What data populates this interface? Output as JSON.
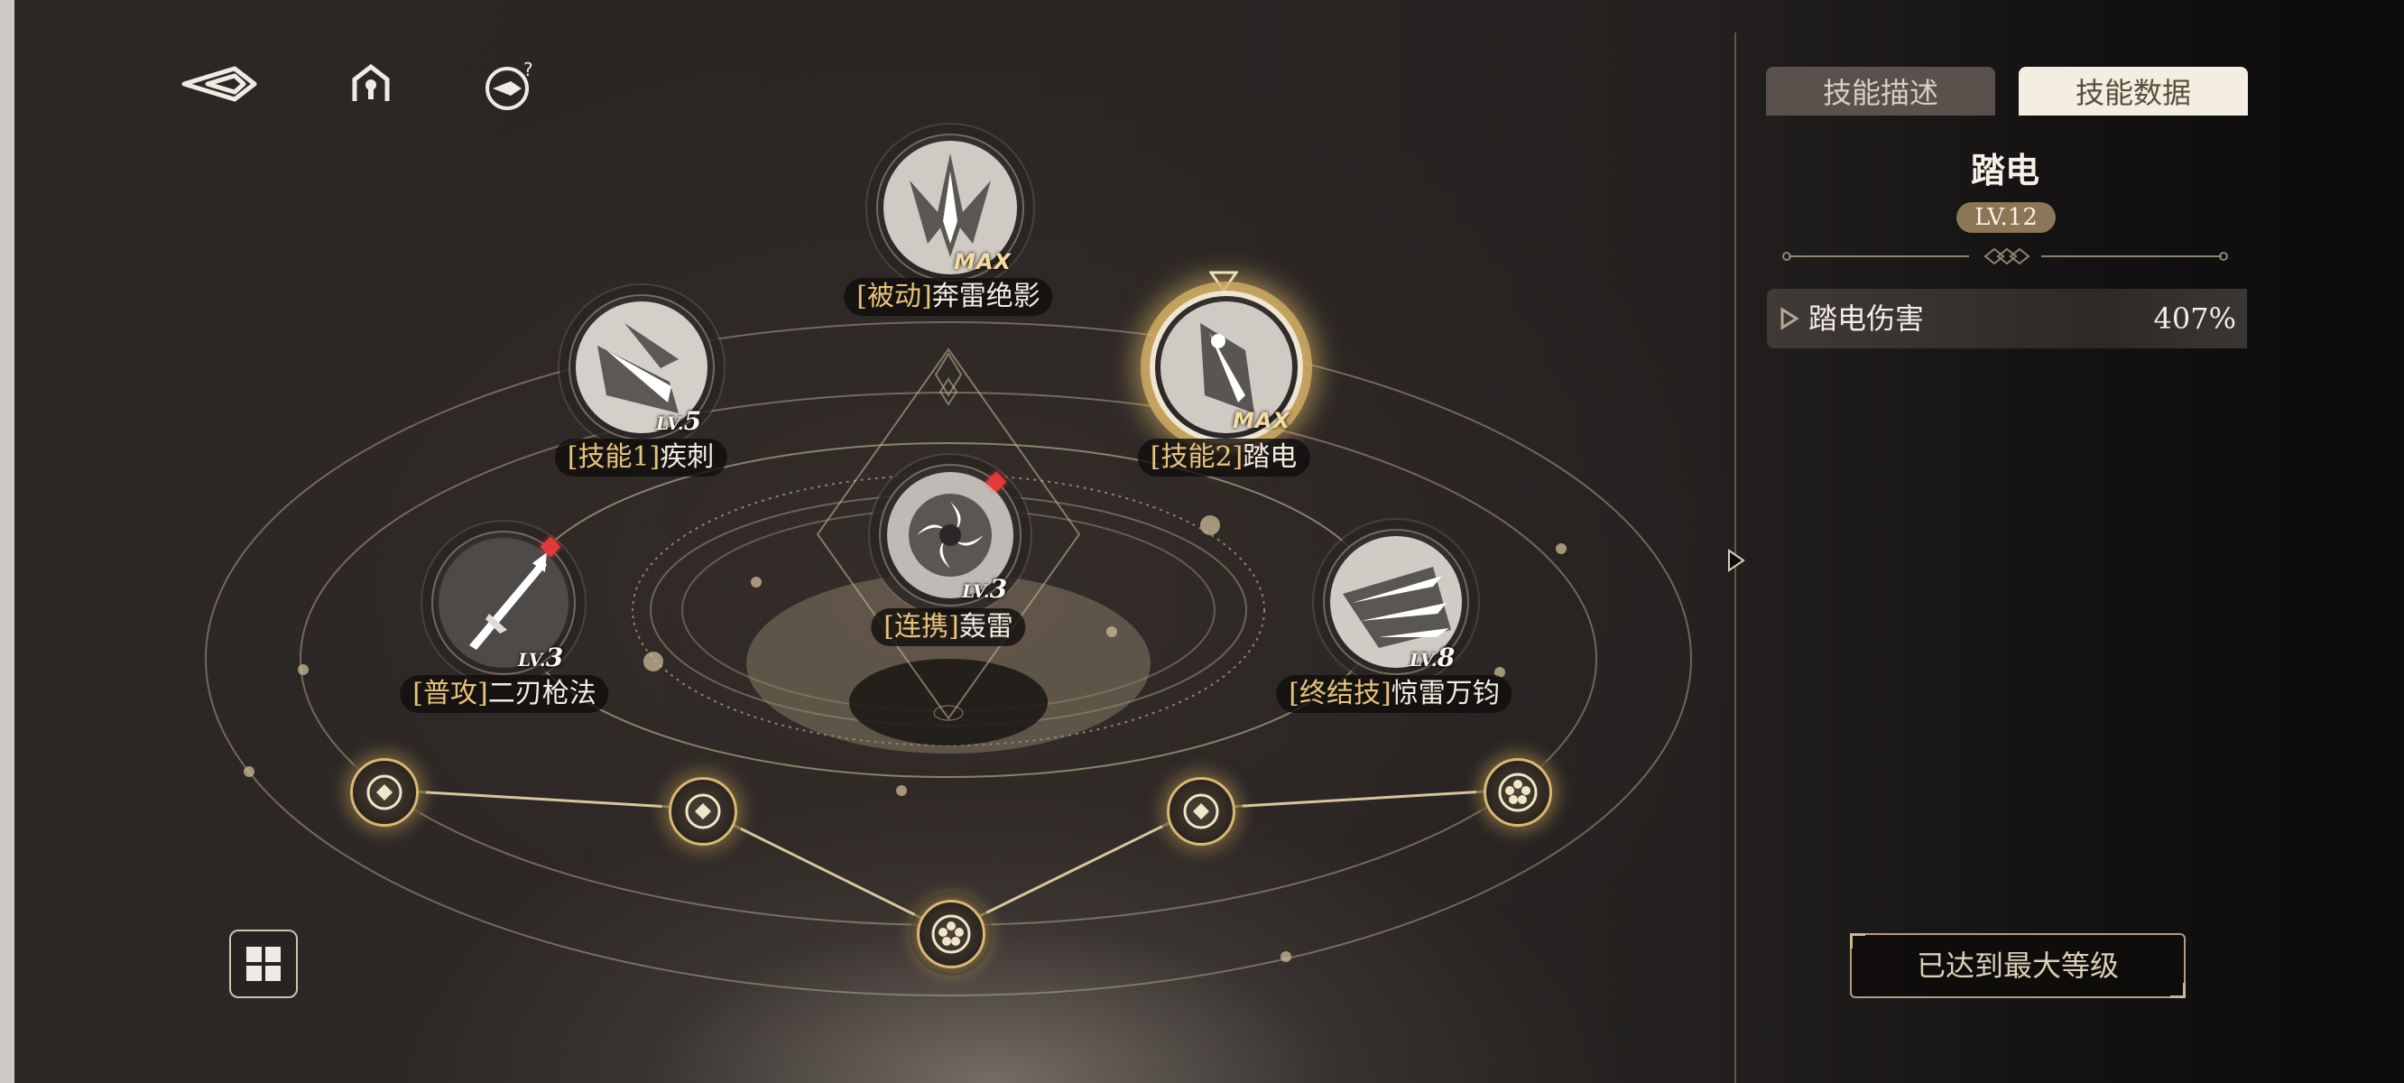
{
  "top_bar": {
    "back_icon": "back-arrow-icon",
    "home_icon": "home-icon",
    "help_icon": "help-bird-icon"
  },
  "skill_tree": {
    "skills": [
      {
        "id": "passive",
        "type": "[被动]",
        "name": "奔雷绝影",
        "level": "",
        "max": "MAX",
        "selected": false,
        "red_dot": false
      },
      {
        "id": "skill1",
        "type": "[技能1]",
        "name": "疾刺",
        "level_prefix": "LV.",
        "level": "5",
        "max": "",
        "selected": false,
        "red_dot": false
      },
      {
        "id": "skill2",
        "type": "[技能2]",
        "name": "踏电",
        "level": "",
        "max": "MAX",
        "selected": true,
        "red_dot": false
      },
      {
        "id": "combo",
        "type": "[连携]",
        "name": "轰雷",
        "level_prefix": "LV.",
        "level": "3",
        "max": "",
        "selected": false,
        "red_dot": true
      },
      {
        "id": "basic",
        "type": "[普攻]",
        "name": "二刃枪法",
        "level_prefix": "LV.",
        "level": "3",
        "max": "",
        "selected": false,
        "red_dot": true
      },
      {
        "id": "ultimate",
        "type": "[终结技]",
        "name": "惊雷万钧",
        "level_prefix": "LV.",
        "level": "8",
        "max": "",
        "selected": false,
        "red_dot": false
      }
    ],
    "talent_nodes": [
      "swap-diamond-icon",
      "swap-diamond-icon",
      "flower-icon",
      "swap-diamond-icon",
      "flower-icon"
    ]
  },
  "side_panel": {
    "tabs": [
      {
        "label": "技能描述",
        "active": false
      },
      {
        "label": "技能数据",
        "active": true
      }
    ],
    "skill_name": "踏电",
    "level": "LV.12",
    "stats": [
      {
        "label": "踏电伤害",
        "value": "407%"
      }
    ],
    "max_level_button": "已达到最大等级"
  },
  "colors": {
    "gold_accent": "#d8b873",
    "active_tab_bg": "#f3ede2",
    "inactive_tab_bg": "#5a514c",
    "level_pill": "#8b7658",
    "red_dot": "#e23a3a"
  }
}
